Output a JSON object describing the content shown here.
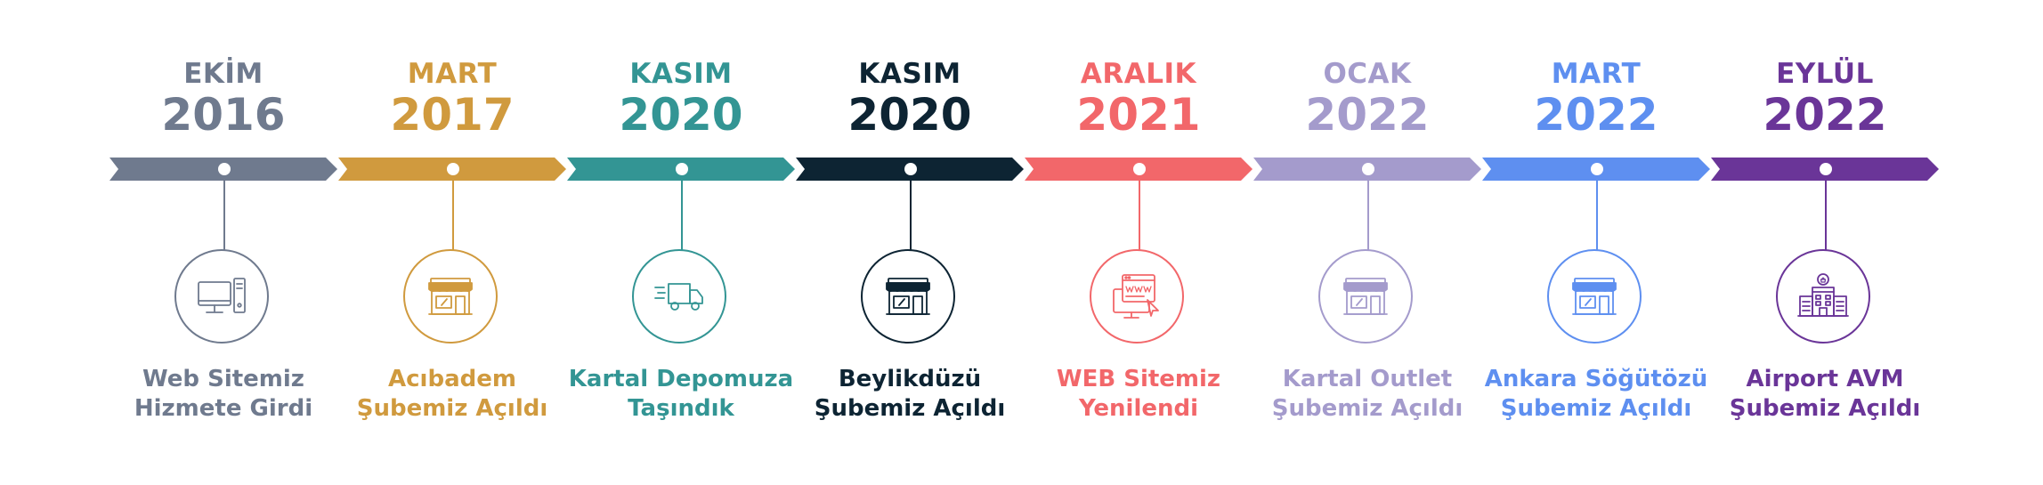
{
  "milestones": [
    {
      "month": "EKİM",
      "year": "2016",
      "line1": "Web Sitemiz",
      "line2": "Hizmete Girdi",
      "color": "#6f7a8e",
      "icon": "computer-icon"
    },
    {
      "month": "MART",
      "year": "2017",
      "line1": "Acıbadem",
      "line2": "Şubemiz Açıldı",
      "color": "#d09a3e",
      "icon": "storefront-icon"
    },
    {
      "month": "KASIM",
      "year": "2020",
      "line1": "Kartal Depomuza",
      "line2": "Taşındık",
      "color": "#339594",
      "icon": "delivery-truck-icon"
    },
    {
      "month": "KASIM",
      "year": "2020",
      "line1": "Beylikdüzü",
      "line2": "Şubemiz Açıldı",
      "color": "#0d2433",
      "icon": "storefront-icon"
    },
    {
      "month": "ARALIK",
      "year": "2021",
      "line1": "WEB Sitemiz",
      "line2": "Yenilendi",
      "color": "#f2676a",
      "icon": "website-browser-icon"
    },
    {
      "month": "OCAK",
      "year": "2022",
      "line1": "Kartal Outlet",
      "line2": "Şubemiz Açıldı",
      "color": "#a49bcc",
      "icon": "storefront-icon"
    },
    {
      "month": "MART",
      "year": "2022",
      "line1": "Ankara Söğütözü",
      "line2": "Şubemiz Açıldı",
      "color": "#5e8ff0",
      "icon": "storefront-icon"
    },
    {
      "month": "EYLÜL",
      "year": "2022",
      "line1": "Airport AVM",
      "line2": "Şubemiz Açıldı",
      "color": "#6a3598",
      "icon": "shopping-mall-icon"
    }
  ]
}
